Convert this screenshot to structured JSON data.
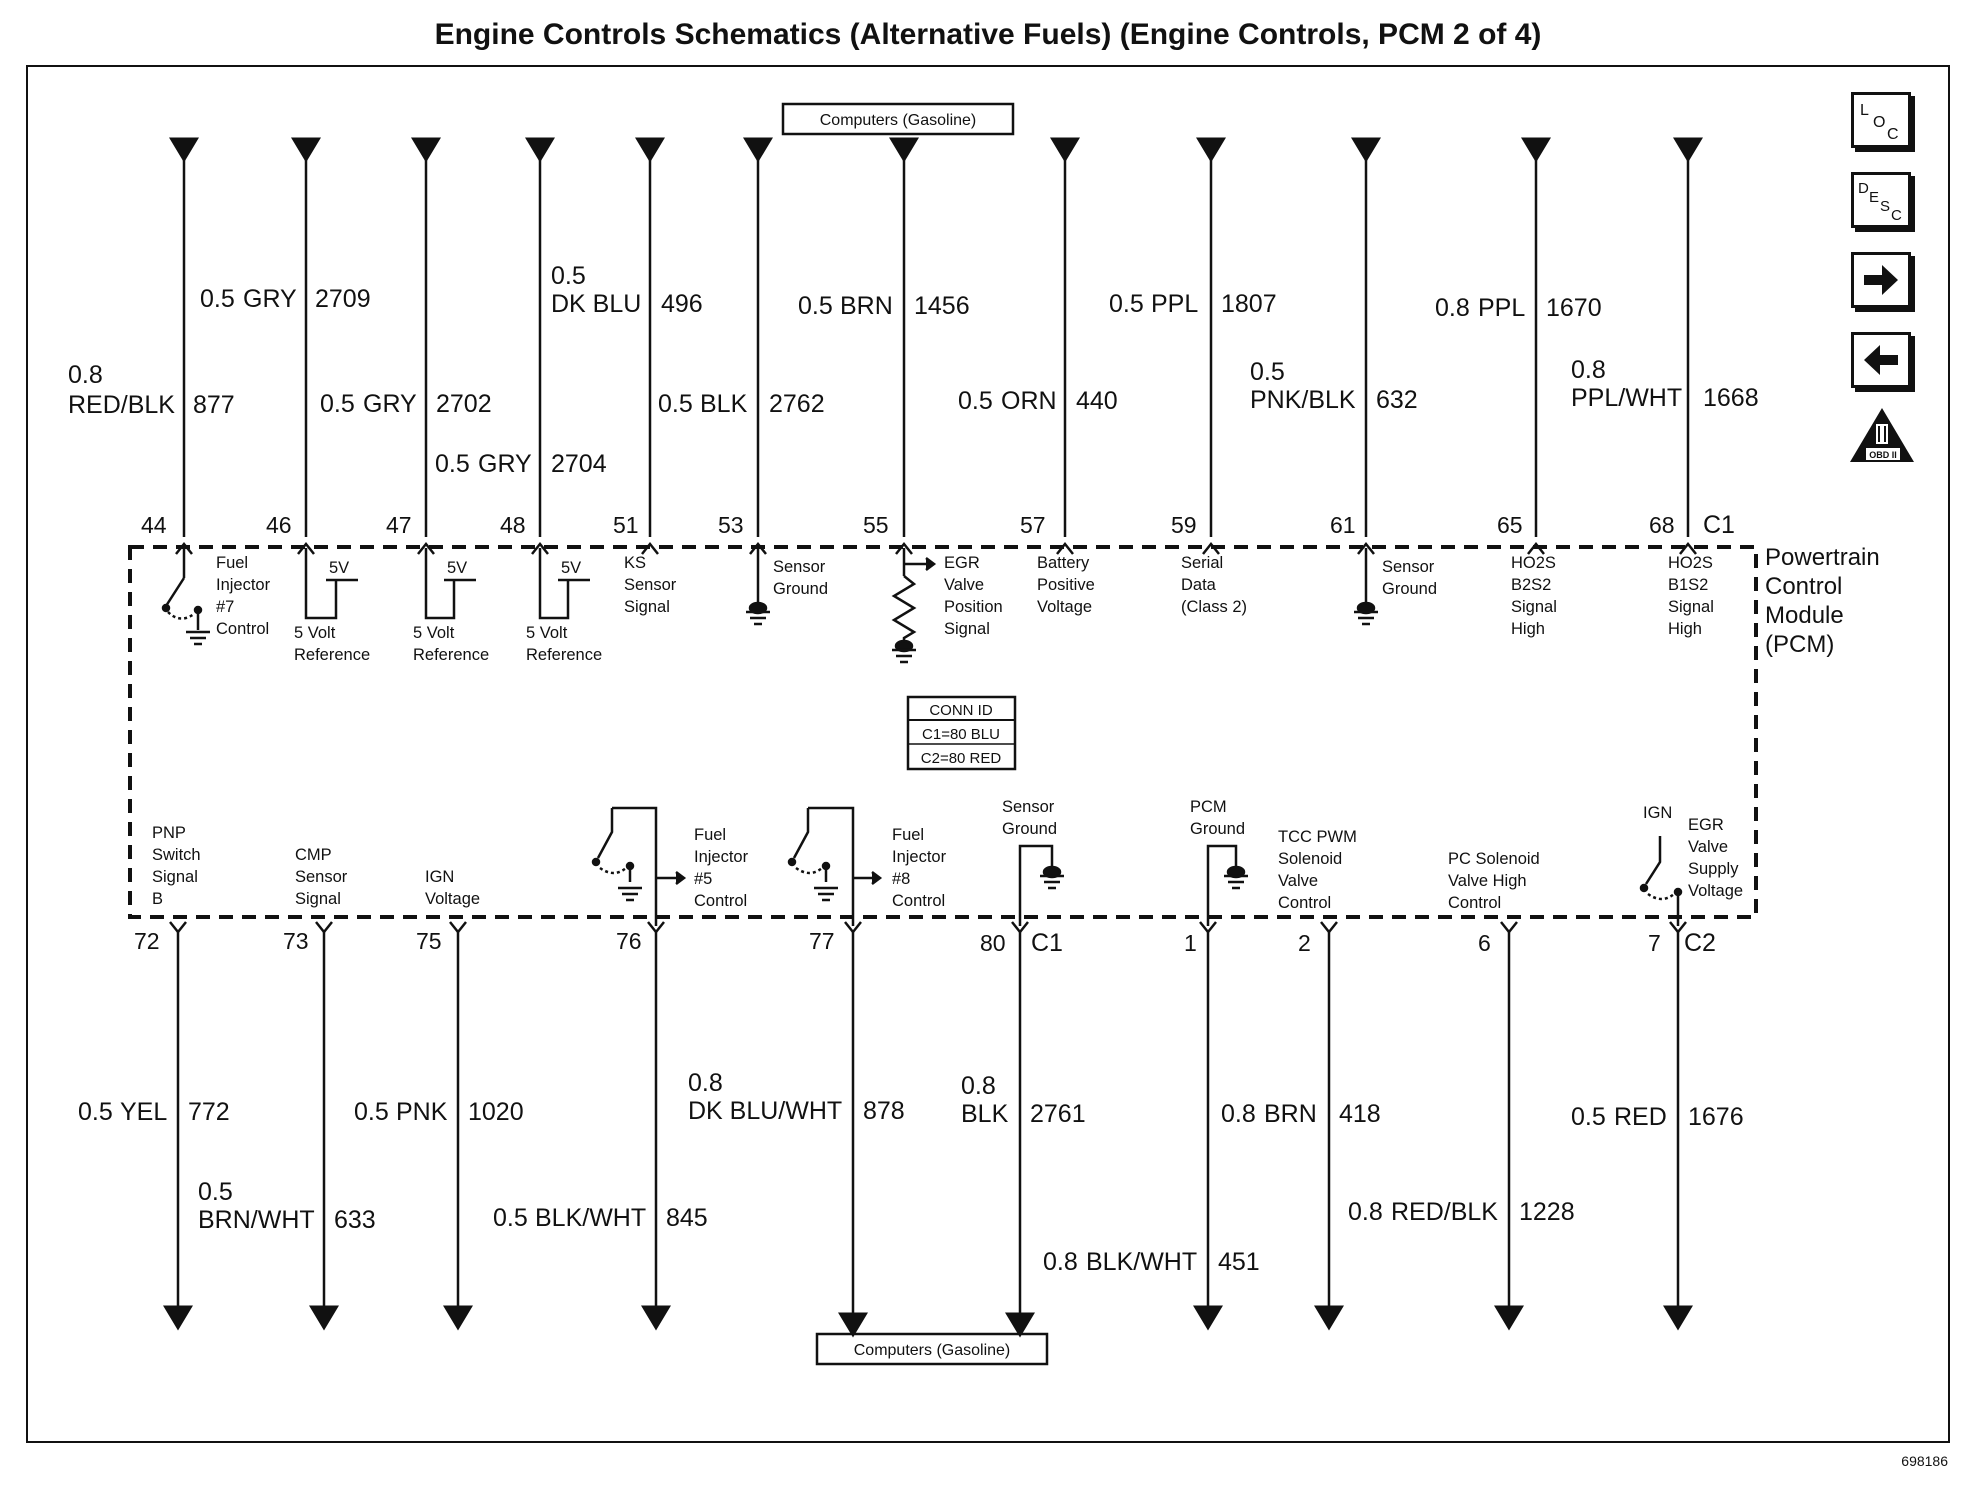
{
  "title": "Engine Controls Schematics (Alternative Fuels) (Engine Controls, PCM 2 of 4)",
  "module": [
    "Powertrain",
    "Control",
    "Module",
    "(PCM)"
  ],
  "computers_label": "Computers (Gasoline)",
  "conn_id": [
    "CONN ID",
    "C1=80 BLU",
    "C2=80 RED"
  ],
  "connector_top": "C1",
  "connector_bottom_c1": "C1",
  "connector_bottom_c2": "C2",
  "side_icons": [
    "loc-icon",
    "desc-icon",
    "next-arrow-icon",
    "prev-arrow-icon",
    "obd-ii-icon"
  ],
  "obd_label": "OBD II",
  "figure_number": "698186",
  "top_pins": [
    {
      "pin": "44",
      "size": "0.8",
      "color": "RED/BLK",
      "circuit": "877",
      "function": [
        "Fuel",
        "Injector",
        "#7",
        "Control"
      ]
    },
    {
      "pin": "46",
      "size": "0.5",
      "color": "GRY",
      "circuit": "2709",
      "function": [
        "5 Volt",
        "Reference"
      ],
      "supply": "5V"
    },
    {
      "pin": "47",
      "size": "0.5",
      "color": "GRY",
      "circuit": "2702",
      "function": [
        "5 Volt",
        "Reference"
      ],
      "supply": "5V"
    },
    {
      "pin": "48",
      "size": "0.5",
      "color": "GRY",
      "circuit": "2704",
      "function": [
        "5 Volt",
        "Reference"
      ],
      "supply": "5V"
    },
    {
      "pin": "51",
      "size": "0.5",
      "color": "DK BLU",
      "circuit": "496",
      "function": [
        "KS",
        "Sensor",
        "Signal"
      ]
    },
    {
      "pin": "53",
      "size": "0.5",
      "color": "BLK",
      "circuit": "2762",
      "function": [
        "Sensor",
        "Ground"
      ]
    },
    {
      "pin": "55",
      "size": "0.5",
      "color": "BRN",
      "circuit": "1456",
      "function": [
        "EGR",
        "Valve",
        "Position",
        "Signal"
      ]
    },
    {
      "pin": "57",
      "size": "0.5",
      "color": "ORN",
      "circuit": "440",
      "function": [
        "Battery",
        "Positive",
        "Voltage"
      ]
    },
    {
      "pin": "59",
      "size": "0.5",
      "color": "PPL",
      "circuit": "1807",
      "function": [
        "Serial",
        "Data",
        "(Class 2)"
      ]
    },
    {
      "pin": "61",
      "size": "0.5",
      "color": "PNK/BLK",
      "circuit": "632",
      "function": [
        "Sensor",
        "Ground"
      ]
    },
    {
      "pin": "65",
      "size": "0.8",
      "color": "PPL",
      "circuit": "1670",
      "function": [
        "HO2S",
        "B2S2",
        "Signal",
        "High"
      ]
    },
    {
      "pin": "68",
      "size": "0.8",
      "color": "PPL/WHT",
      "circuit": "1668",
      "function": [
        "HO2S",
        "B1S2",
        "Signal",
        "High"
      ]
    }
  ],
  "bottom_pins": [
    {
      "pin": "72",
      "size": "0.5",
      "color": "YEL",
      "circuit": "772",
      "function": [
        "PNP",
        "Switch",
        "Signal",
        "B"
      ]
    },
    {
      "pin": "73",
      "size": "0.5",
      "color": "BRN/WHT",
      "circuit": "633",
      "function": [
        "CMP",
        "Sensor",
        "Signal"
      ]
    },
    {
      "pin": "75",
      "size": "0.5",
      "color": "PNK",
      "circuit": "1020",
      "function": [
        "IGN",
        "Voltage"
      ]
    },
    {
      "pin": "76",
      "size": "0.5",
      "color": "BLK/WHT",
      "circuit": "845",
      "function": [
        "Fuel",
        "Injector",
        "#5",
        "Control"
      ]
    },
    {
      "pin": "77",
      "size": "0.8",
      "color": "DK BLU/WHT",
      "circuit": "878",
      "function": [
        "Fuel",
        "Injector",
        "#8",
        "Control"
      ]
    },
    {
      "pin": "80",
      "size": "0.8",
      "color": "BLK",
      "circuit": "2761",
      "function": [
        "Sensor",
        "Ground"
      ]
    },
    {
      "pin": "1",
      "size": "0.8",
      "color": "BLK/WHT",
      "circuit": "451",
      "function": [
        "PCM",
        "Ground"
      ]
    },
    {
      "pin": "2",
      "size": "0.8",
      "color": "BRN",
      "circuit": "418",
      "function": [
        "TCC PWM",
        "Solenoid",
        "Valve",
        "Control"
      ]
    },
    {
      "pin": "6",
      "size": "0.8",
      "color": "RED/BLK",
      "circuit": "1228",
      "function": [
        "PC Solenoid",
        "Valve High",
        "Control"
      ]
    },
    {
      "pin": "7",
      "size": "0.5",
      "color": "RED",
      "circuit": "1676",
      "function": [
        "EGR",
        "Valve",
        "Supply",
        "Voltage"
      ],
      "supply": "IGN"
    }
  ]
}
